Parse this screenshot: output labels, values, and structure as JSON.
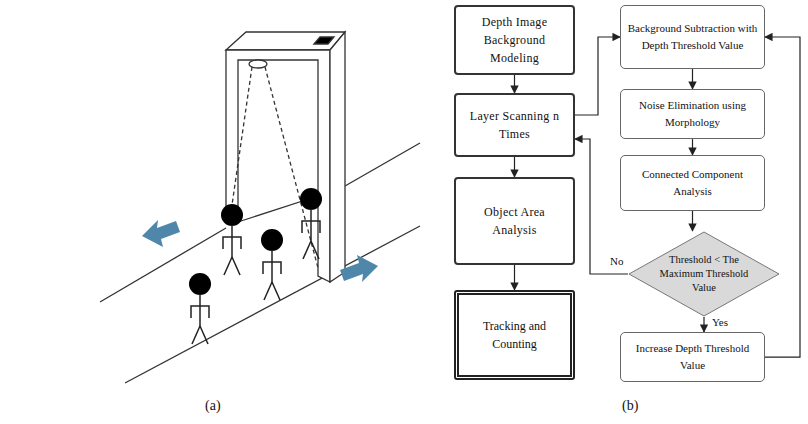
{
  "diagram": {
    "nodes": [
      {
        "text": [
          "Depth Image Background Modeling"
        ]
      },
      {
        "text": [
          "Layer Scanning n Times"
        ]
      },
      {
        "text": [
          "Object Area Analysis"
        ]
      },
      {
        "text": [
          "Tracking and Counting"
        ]
      },
      {
        "text": [
          "Background Subtraction with Depth Threshold Value"
        ]
      },
      {
        "text": [
          "Noise Elimination using Morphology"
        ]
      },
      {
        "text": [
          "Connected Component Analysis"
        ]
      },
      {
        "text": [
          "Threshold < The Maximum Threshold Value"
        ]
      },
      {
        "text": [
          "Increase Depth Threshold Value"
        ]
      }
    ],
    "edges": [
      {
        "from": 0,
        "to": 1,
        "arrow": "to"
      },
      {
        "from": 1,
        "to": 2,
        "arrow": "to"
      },
      {
        "from": 2,
        "to": 3,
        "arrow": "to"
      },
      {
        "from": 1,
        "to": 4,
        "arrow": "to"
      },
      {
        "from": 4,
        "to": 5,
        "arrow": "to"
      },
      {
        "from": 5,
        "to": 6,
        "arrow": "to"
      },
      {
        "from": 6,
        "to": 7,
        "arrow": "to"
      },
      {
        "from": 7,
        "to": 8,
        "label": "Yes",
        "arrow": "to"
      },
      {
        "from": 7,
        "to": 1,
        "label": "No",
        "arrow": "to"
      },
      {
        "from": 8,
        "to": 4,
        "arrow": "to"
      }
    ],
    "labels": [
      "(a)",
      "(b)"
    ]
  }
}
